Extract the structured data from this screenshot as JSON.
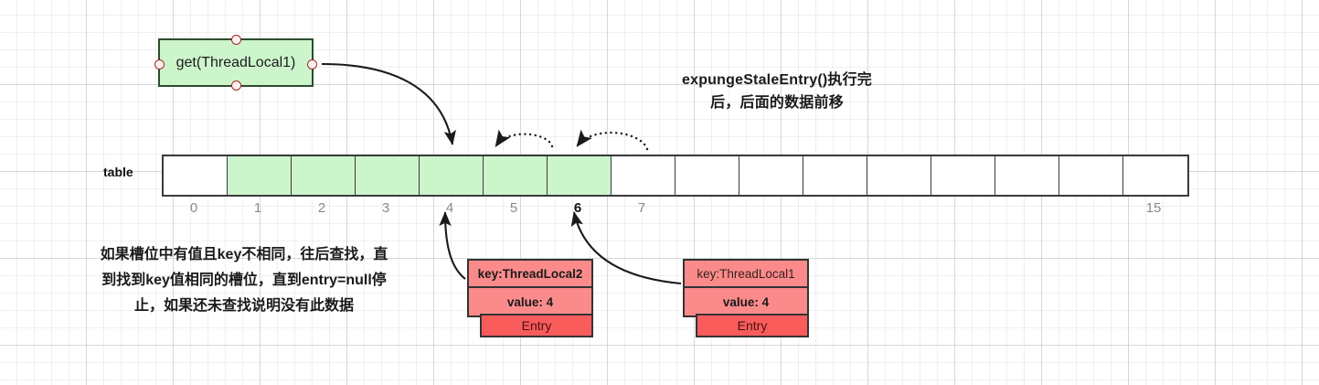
{
  "headline": {
    "line1": "expungeStaleEntry()执行完",
    "line2": "后，后面的数据前移"
  },
  "get_box": {
    "label": "get(ThreadLocal1)"
  },
  "table": {
    "label": "table",
    "slot_count": 16,
    "green_slots": [
      1,
      2,
      3,
      4,
      5,
      6
    ],
    "indices": [
      "0",
      "1",
      "2",
      "3",
      "4",
      "5",
      "6",
      "7",
      "",
      "",
      "",
      "",
      "",
      "",
      "",
      "15"
    ],
    "bold_indices": [
      "6"
    ]
  },
  "note": {
    "line1": "如果槽位中有值且key不相同，往后查找，直",
    "line2": "到找到key值相同的槽位，直到entry=null停",
    "line3": "止，如果还未查找说明没有此数据"
  },
  "entries": [
    {
      "key": "key:ThreadLocal2",
      "value": "value: 4",
      "footer": "Entry",
      "key_bold": true
    },
    {
      "key": "key:ThreadLocal1",
      "value": "value: 4",
      "footer": "Entry",
      "key_bold": false
    }
  ],
  "colors": {
    "slot_green": "#ccf5cc",
    "slot_border": "#3a3a3a",
    "get_box_fill": "#ccf5cc",
    "get_box_border": "#2d4a2d",
    "entry_fill": "#fb8b8b",
    "entry_footer_fill": "#fa5c5c",
    "port_stroke": "#9e2a2a",
    "arrow_stroke": "#1a1a1a"
  }
}
